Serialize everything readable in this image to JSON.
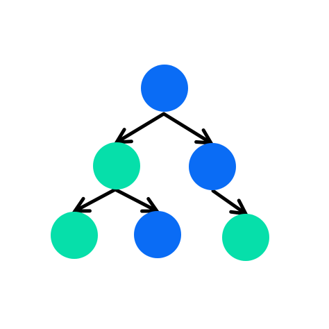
{
  "colors": {
    "blue": "#0A6CF5",
    "green": "#06DFAA",
    "arrow": "#000000",
    "background": "#FFFFFF"
  },
  "tree": {
    "nodes": [
      {
        "id": "root",
        "fill": "blue"
      },
      {
        "id": "left",
        "fill": "green"
      },
      {
        "id": "right",
        "fill": "blue"
      },
      {
        "id": "left-left",
        "fill": "green"
      },
      {
        "id": "left-right",
        "fill": "blue"
      },
      {
        "id": "right-right",
        "fill": "green"
      }
    ],
    "edges": [
      {
        "from": "root",
        "to": "left"
      },
      {
        "from": "root",
        "to": "right"
      },
      {
        "from": "left",
        "to": "left-left"
      },
      {
        "from": "left",
        "to": "left-right"
      },
      {
        "from": "right",
        "to": "right-right"
      }
    ]
  }
}
